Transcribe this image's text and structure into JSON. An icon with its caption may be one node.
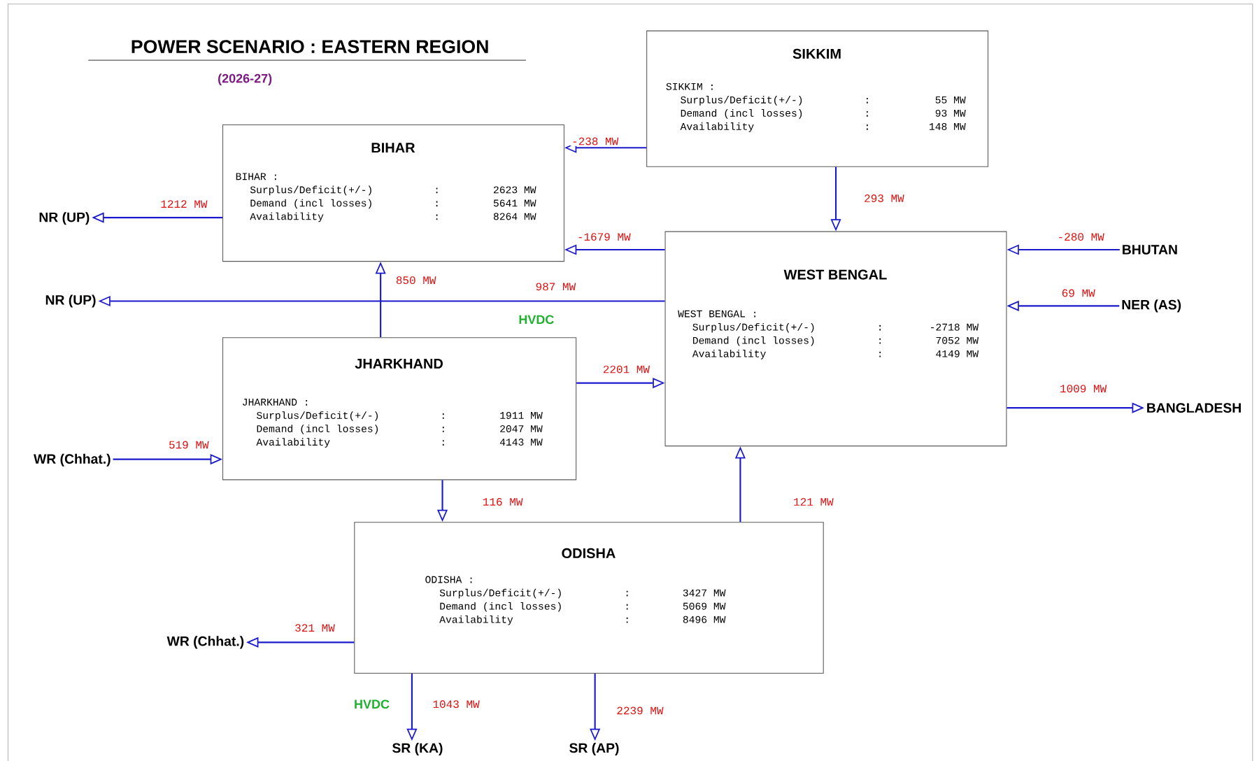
{
  "diagram": {
    "title": "POWER SCENARIO : EASTERN REGION",
    "nodes": [
      {
        "text": [
          "SIKKIM",
          "SIKKIM :",
          "Surplus/Deficit(+/-)",
          ":",
          "55 MW",
          "Demand (incl losses)",
          ":",
          "93 MW",
          "Availability",
          ":",
          "148 MW"
        ]
      },
      {
        "text": [
          "BIHAR",
          "BIHAR :",
          "Surplus/Deficit(+/-)",
          ":",
          "2623 MW",
          "Demand (incl losses)",
          ":",
          "5641 MW",
          "Availability",
          ":",
          "8264 MW"
        ]
      },
      {
        "text": [
          "NR (UP)"
        ]
      },
      {
        "text": [
          "WEST BENGAL",
          "WEST BENGAL :",
          "Surplus/Deficit(+/-)",
          ":",
          "-2718 MW",
          "Demand (incl losses)",
          ":",
          "7052 MW",
          "Availability",
          ":",
          "4149 MW"
        ]
      },
      {
        "text": [
          "BHUTAN"
        ]
      },
      {
        "text": [
          "NR (UP)"
        ]
      },
      {
        "text": [
          "NER (AS)"
        ]
      },
      {
        "text": [
          "JHARKHAND",
          "JHARKHAND :",
          "Surplus/Deficit(+/-)",
          ":",
          "1911 MW",
          "Demand (incl losses)",
          ":",
          "2047 MW",
          "Availability",
          ":",
          "4143 MW"
        ]
      },
      {
        "text": [
          "BANGLADESH"
        ]
      },
      {
        "text": [
          "WR (Chhat.)"
        ]
      },
      {
        "text": [
          "ODISHA",
          "ODISHA :",
          "Surplus/Deficit(+/-)",
          ":",
          "3427 MW",
          "Demand (incl losses)",
          ":",
          "5069 MW",
          "Availability",
          ":",
          "8496 MW"
        ]
      },
      {
        "text": [
          "WR (Chhat.)"
        ]
      },
      {
        "text": [
          "SR (KA)"
        ]
      },
      {
        "text": [
          "SR (AP)"
        ]
      }
    ],
    "edges": [
      {
        "from": 0,
        "to": 1,
        "arrow": "to",
        "label": "-238 MW"
      },
      {
        "from": 0,
        "to": 3,
        "arrow": "to",
        "label": "293 MW"
      },
      {
        "from": 3,
        "to": 1,
        "arrow": "to",
        "label": "-1679 MW"
      },
      {
        "from": 1,
        "to": 2,
        "arrow": "to",
        "label": "1212 MW"
      },
      {
        "from": 3,
        "to": 5,
        "arrow": "to",
        "label": "987 MW"
      },
      {
        "from": 7,
        "to": 1,
        "arrow": "to",
        "label": "850 MW"
      },
      {
        "from": 7,
        "to": 3,
        "arrow": "to",
        "label": "2201 MW"
      },
      {
        "from": 4,
        "to": 3,
        "arrow": "to",
        "label": "-280 MW"
      },
      {
        "from": 6,
        "to": 3,
        "arrow": "to",
        "label": "69 MW"
      },
      {
        "from": 3,
        "to": 8,
        "arrow": "to",
        "label": "1009 MW"
      },
      {
        "from": 9,
        "to": 7,
        "arrow": "to",
        "label": "519 MW"
      },
      {
        "from": 7,
        "to": 10,
        "arrow": "to",
        "label": "116 MW"
      },
      {
        "from": 10,
        "to": 3,
        "arrow": "to",
        "label": "121 MW"
      },
      {
        "from": 10,
        "to": 11,
        "arrow": "to",
        "label": "321 MW"
      },
      {
        "from": 10,
        "to": 12,
        "arrow": "to",
        "label": "1043 MW"
      },
      {
        "from": 10,
        "to": 13,
        "arrow": "to",
        "label": "2239 MW"
      }
    ],
    "labels": [
      "(2026-27)",
      "HVDC",
      "HVDC"
    ]
  }
}
